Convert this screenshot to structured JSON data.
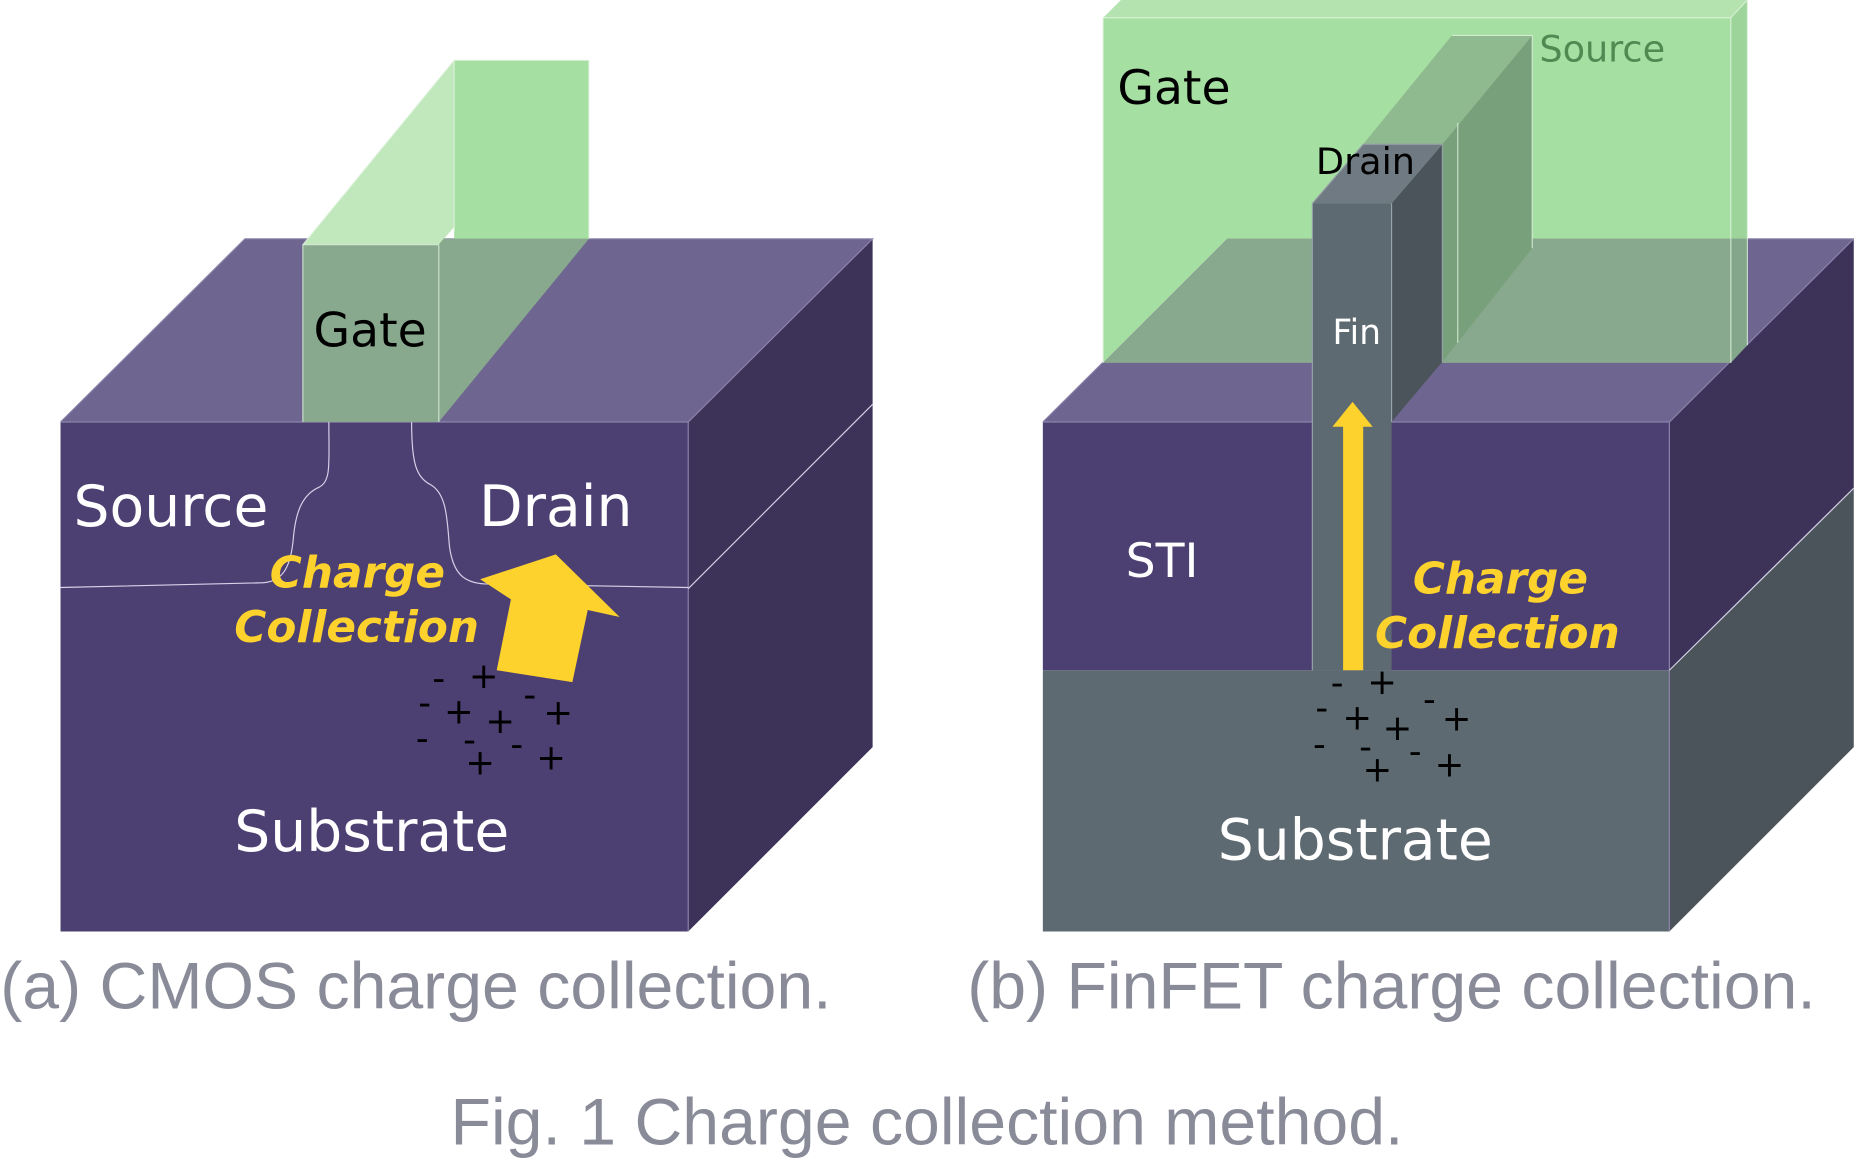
{
  "figure_caption": "Fig. 1 Charge collection method.",
  "carriers": {
    "negative": "-",
    "positive": "+"
  },
  "panel_a": {
    "caption": "(a) CMOS charge collection.",
    "gate": "Gate",
    "source": "Source",
    "drain": "Drain",
    "substrate": "Substrate",
    "charge_collection": [
      "Charge",
      "Collection"
    ]
  },
  "panel_b": {
    "caption": "(b) FinFET charge collection.",
    "gate": "Gate",
    "source": "Source",
    "drain": "Drain",
    "fin": "Fin",
    "sti": "STI",
    "substrate": "Substrate",
    "charge_collection": [
      "Charge",
      "Collection"
    ]
  },
  "colors": {
    "purple_front": "#4c3f72",
    "purple_top": "#6e6590",
    "purple_side": "#3d3359",
    "silicon_front": "#5d6a71",
    "silicon_side": "#4a545a",
    "silicon_top": "#6f7a82",
    "gate_green": "#a6dfa2",
    "gate_green_light": "#c0e8bc",
    "gate_over_purple": "#88a98e",
    "gate_over_fin": "#8fb98e",
    "gate_over_fin_side": "#78a07a",
    "source_label_green": "#4f8a52",
    "arrow_yellow": "#fdd22c",
    "caption_gray": "#8a8b99"
  }
}
